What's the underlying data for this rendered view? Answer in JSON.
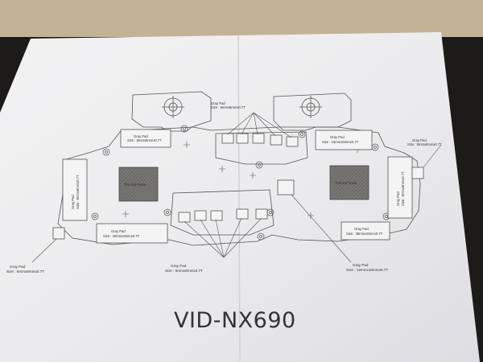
{
  "model_name": "VID-NX690",
  "thermal_paste_label": "Thermal Paste",
  "labels": {
    "top_center": [
      "Gray Pad",
      "Size : 8mmx8mmx0.7T"
    ],
    "upper_left_box": [
      "Gray Pad",
      "Size : 8mmx8mmx0.7T"
    ],
    "upper_right_box": [
      "Gray Pad",
      "Size : 16mmx6mmx0.7T"
    ],
    "right_callout": [
      "Gray Pad",
      "Size : 9mmx8mmx0.7T"
    ],
    "left_vertical": [
      "Gray Pad",
      "Size : 8mmx8mmx0.7T"
    ],
    "right_vertical": [
      "Gray Pad",
      "Size : 8mmx8mmx0.7T"
    ],
    "lower_left_box": [
      "Gray Pad",
      "Size : 40mmx8mmx0.7T"
    ],
    "lower_right_box": [
      "Gray Pad",
      "Size : 36mmx8mmx0.7T"
    ],
    "bottom_left_callout": [
      "Gray Pad",
      "Size : 8mmx8mmx0.7T"
    ],
    "bottom_center_callout": [
      "Gray Pad",
      "Size : 8mmx8mmx0.7T"
    ],
    "bottom_right_callout": [
      "Gray Pad",
      "Size : 12mmx10mmx0.7T"
    ]
  }
}
